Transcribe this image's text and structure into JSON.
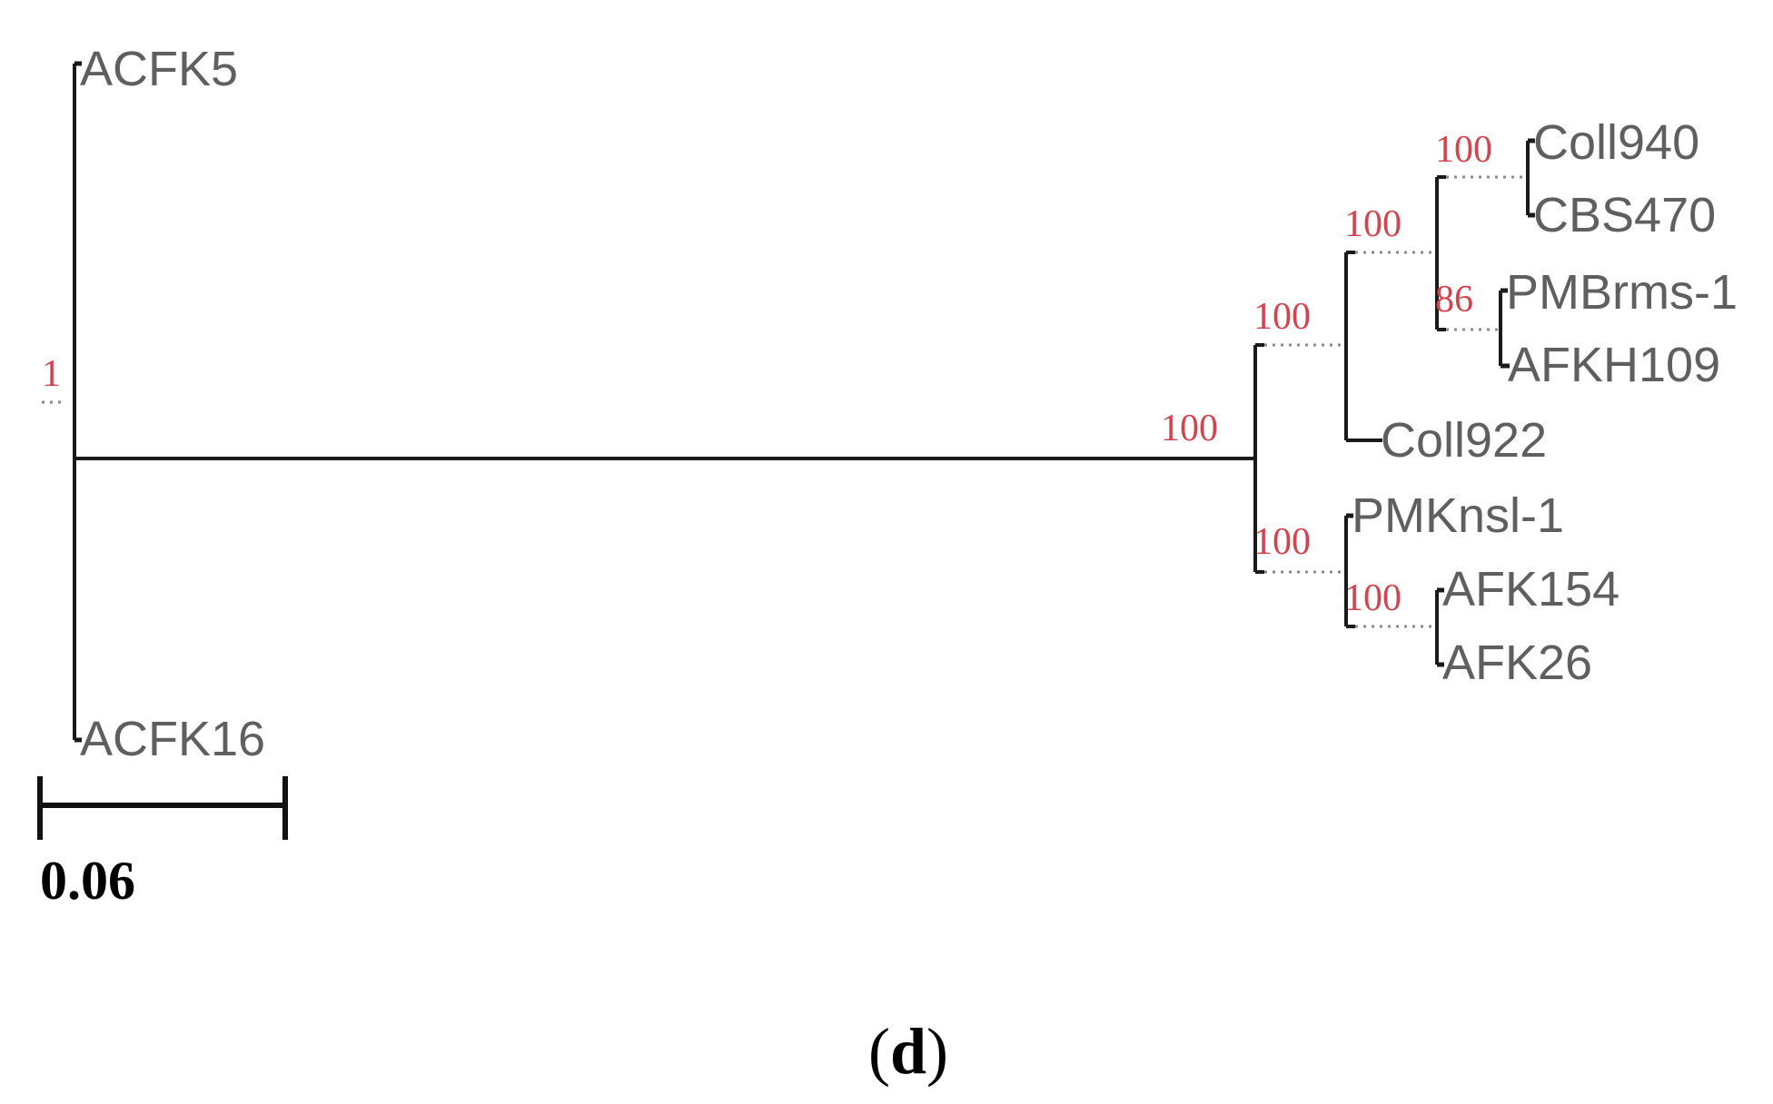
{
  "colors": {
    "branch": "#1a1a1a",
    "taxon_text": "#5f5f5f",
    "support_text": "#d0454f",
    "dotted_connector": "#8a8a8a"
  },
  "tree": {
    "taxa": {
      "acfk5": "ACFK5",
      "acfk16": "ACFK16",
      "coll940": "Coll940",
      "cbs470": "CBS470",
      "pmbrms1": "PMBrms-1",
      "afkh109": "AFKH109",
      "coll922": "Coll922",
      "pmknsl1": "PMKnsl-1",
      "afk154": "AFK154",
      "afk26": "AFK26"
    },
    "support": {
      "root": "1",
      "main_clade": "100",
      "upper_clade": "100",
      "coll_pm_clade": "100",
      "coll940_cbs470": "100",
      "pmbrms_afkh": "86",
      "lower_clade": "100",
      "afk154_afk26": "100"
    }
  },
  "scale": {
    "label": "0.06"
  },
  "panel": {
    "open": "(",
    "letter": "d",
    "close": ")"
  }
}
